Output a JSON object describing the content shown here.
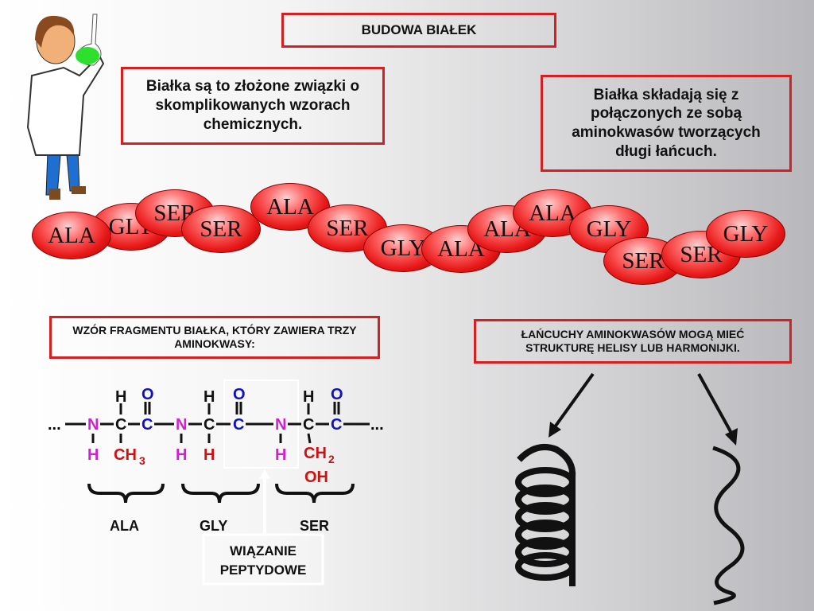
{
  "title": "BUDOWA BIAŁEK",
  "box_left": "Białka są to złożone związki o skomplikowanych wzorach chemicznych.",
  "box_right": "Białka składają się z połączonych ze sobą aminokwasów tworzących długi łańcuch.",
  "box_formula": "WZÓR FRAGMENTU BIAŁKA, KTÓRY ZAWIERA TRZY AMINOKWASY:",
  "box_structure": "ŁAŃCUCHY AMINOKWASÓW MOGĄ MIEĆ STRUKTURĘ HELISY LUB HARMONIJKI.",
  "chain": [
    "GLY",
    "ALA",
    "SER",
    "SER",
    "ALA",
    "SER",
    "GLY",
    "ALA",
    "ALA",
    "ALA",
    "GLY",
    "SER",
    "SER",
    "GLY"
  ],
  "formula": {
    "dots": "...",
    "N": "N",
    "C": "C",
    "H": "H",
    "O": "O",
    "CH3": "CH",
    "sub3": "3",
    "CH2": "CH",
    "sub2": "2",
    "OH": "OH"
  },
  "residues": [
    "ALA",
    "GLY",
    "SER"
  ],
  "peptide_bond": [
    "WIĄZANIE",
    "PEPTYDOWE"
  ],
  "colors": {
    "red": "#d42020",
    "N": "#d020d0",
    "O": "#1010c0",
    "side": "#d01010"
  }
}
